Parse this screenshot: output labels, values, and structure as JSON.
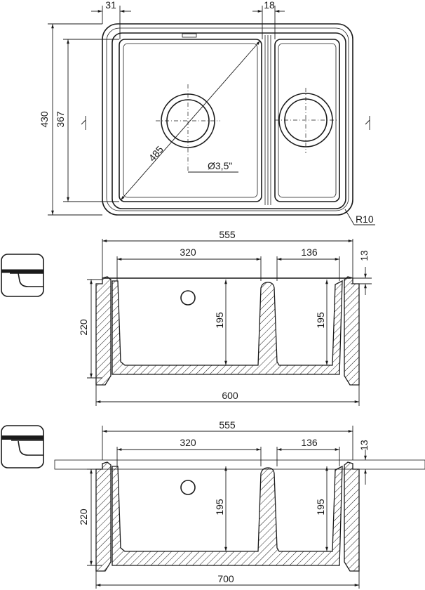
{
  "top_view": {
    "rim_width": "31",
    "divider_width": "18",
    "overall_depth": "430",
    "bowl_depth": "367",
    "diagonal": "485",
    "drain_size": "Ø3,5\"",
    "corner_radius": "R10"
  },
  "section_undermount": {
    "top_width": "555",
    "left_bowl_width": "320",
    "right_bowl_width": "136",
    "rim_height": "13",
    "total_height": "220",
    "left_bowl_depth": "195",
    "right_bowl_depth": "195",
    "bottom_width": "600"
  },
  "section_inset": {
    "top_width": "555",
    "left_bowl_width": "320",
    "right_bowl_width": "136",
    "rim_height": "13",
    "total_height": "220",
    "left_bowl_depth": "195",
    "right_bowl_depth": "195",
    "cabinet_width": "700"
  }
}
